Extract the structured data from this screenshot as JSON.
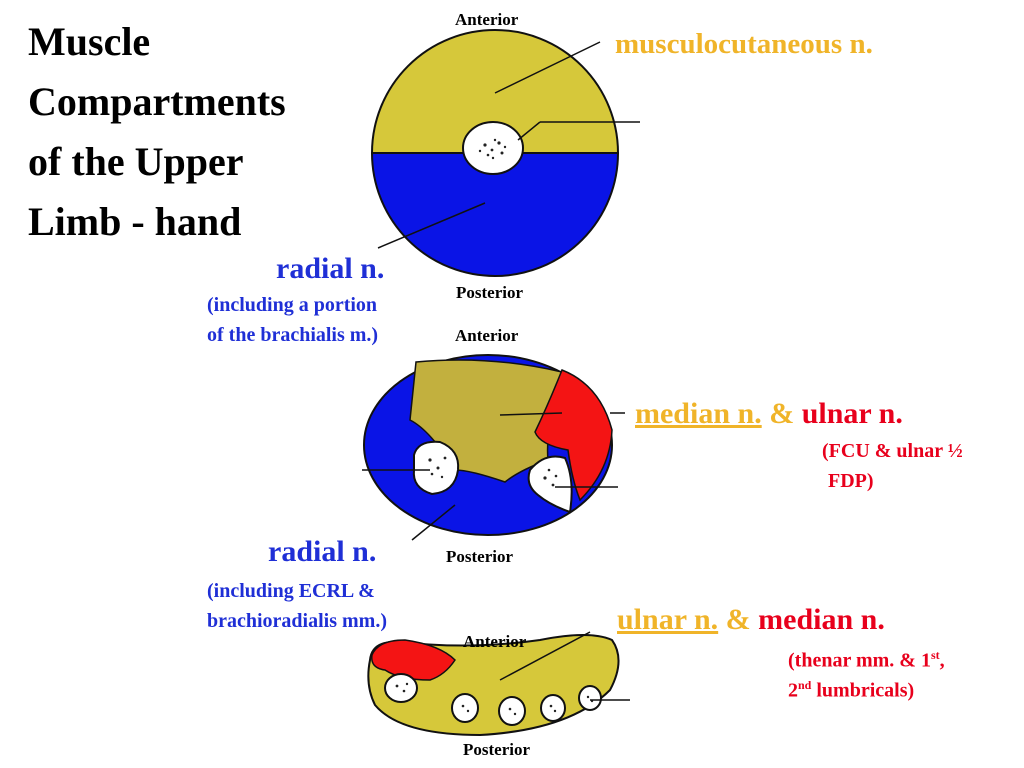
{
  "title": {
    "line1": "Muscle",
    "line2": "Compartments",
    "line3": "of  the Upper",
    "line4": "Limb - hand"
  },
  "arm": {
    "anterior": "Anterior",
    "posterior": "Posterior",
    "anterior_nerve": "musculocutaneous n.",
    "posterior_nerve": "radial n.",
    "posterior_note_1": "(including a portion",
    "posterior_note_2": "of  the brachialis m.)"
  },
  "forearm": {
    "anterior": "Anterior",
    "posterior": "Posterior",
    "nerve_a": "median n.",
    "amp": "&",
    "nerve_b": "ulnar n.",
    "note_1": "(FCU & ulnar ½",
    "note_2": "FDP)",
    "posterior_nerve": "radial n.",
    "posterior_note_1": "(including ECRL &",
    "posterior_note_2": "brachioradialis mm.)"
  },
  "hand": {
    "anterior": "Anterior",
    "posterior": "Posterior",
    "nerve_a": "ulnar n.",
    "amp": "&",
    "nerve_b": "median n.",
    "note_1_pre": "(thenar mm. & 1",
    "note_1_sup": "st",
    "note_1_post": ",",
    "note_2_pre": "2",
    "note_2_sup": "nd",
    "note_2_post": " lumbricals)"
  },
  "colors": {
    "yellow": "#d6c83a",
    "blue": "#0a14e6",
    "red": "#f41414",
    "olive": "#c2b03e"
  }
}
